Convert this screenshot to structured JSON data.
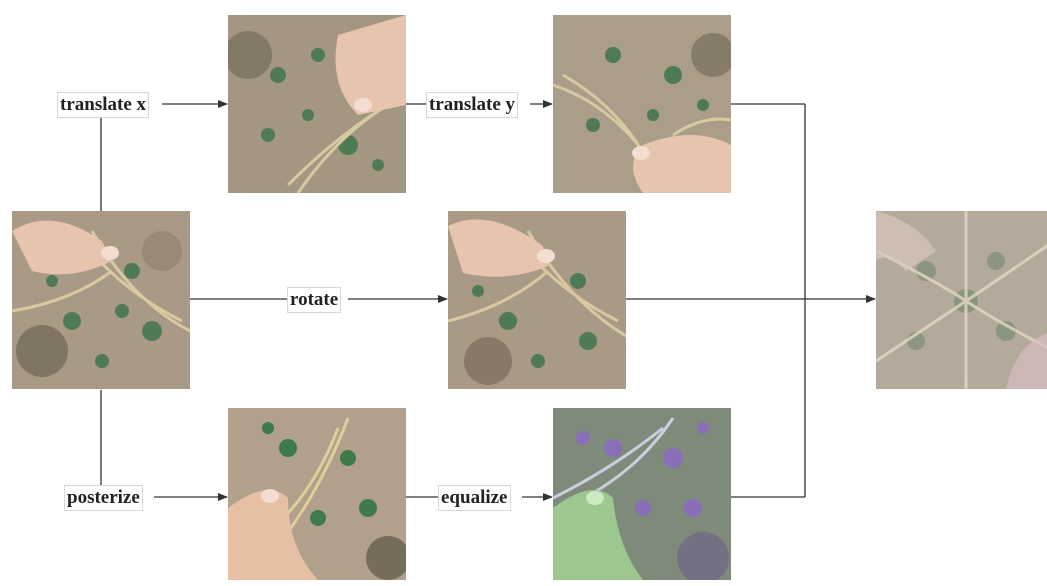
{
  "diagram": {
    "operations": {
      "translate_x": "translate x",
      "translate_y": "translate y",
      "rotate": "rotate",
      "posterize": "posterize",
      "equalize": "equalize"
    },
    "images": {
      "original": "plant-photo-original",
      "translated_x": "plant-photo-translated-x",
      "translated_y": "plant-photo-translated-y",
      "rotated": "plant-photo-rotated",
      "posterized": "plant-photo-posterized",
      "equalized": "plant-photo-equalized",
      "mixed": "plant-photo-mixed-result"
    },
    "colors": {
      "soil": "#a89a86",
      "soil_dark": "#6f6454",
      "leaf": "#4e7a56",
      "stem": "#d8c9a0",
      "skin": "#e7c4ad",
      "purple_tint": "#8a6fb8",
      "green_glove": "#9cc890",
      "arrow": "#333333"
    }
  }
}
